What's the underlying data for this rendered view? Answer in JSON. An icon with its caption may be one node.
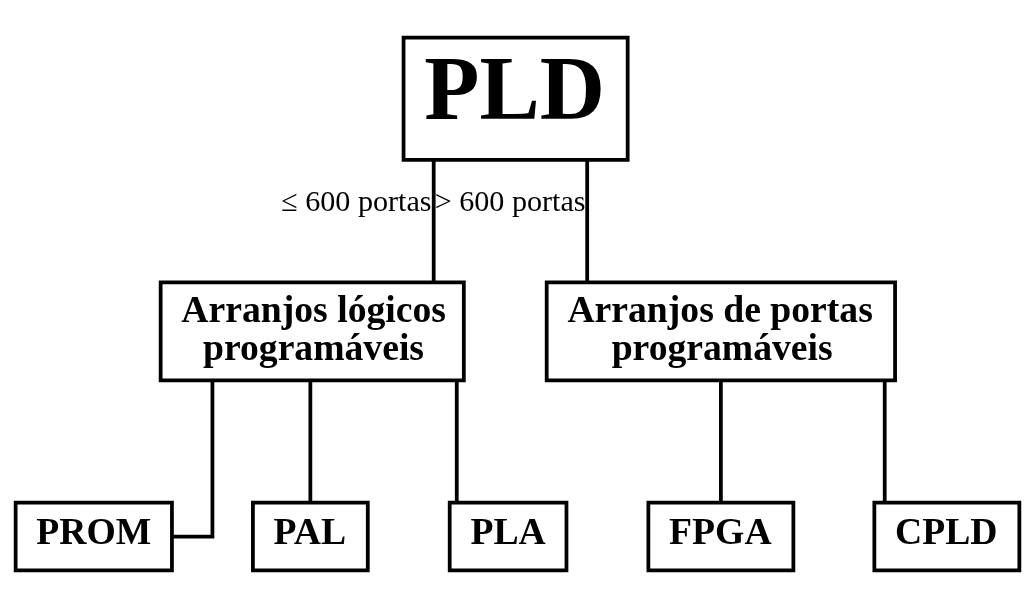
{
  "diagram": {
    "nodes": [
      {
        "text": [
          "PLD"
        ]
      },
      {
        "text": [
          "Arranjos lógicos programáveis"
        ]
      },
      {
        "text": [
          "Arranjos de portas programáveis"
        ]
      },
      {
        "text": [
          "PROM"
        ]
      },
      {
        "text": [
          "PAL"
        ]
      },
      {
        "text": [
          "PLA"
        ]
      },
      {
        "text": [
          "FPGA"
        ]
      },
      {
        "text": [
          "CPLD"
        ]
      }
    ],
    "edges": [
      {
        "from": 0,
        "to": 1,
        "arrow": "none",
        "label": "≤ 600 portas"
      },
      {
        "from": 0,
        "to": 2,
        "arrow": "none",
        "label": "> 600 portas"
      },
      {
        "from": 1,
        "to": 3,
        "arrow": "none"
      },
      {
        "from": 1,
        "to": 4,
        "arrow": "none"
      },
      {
        "from": 1,
        "to": 5,
        "arrow": "none"
      },
      {
        "from": 2,
        "to": 6,
        "arrow": "none"
      },
      {
        "from": 2,
        "to": 7,
        "arrow": "none"
      }
    ]
  }
}
